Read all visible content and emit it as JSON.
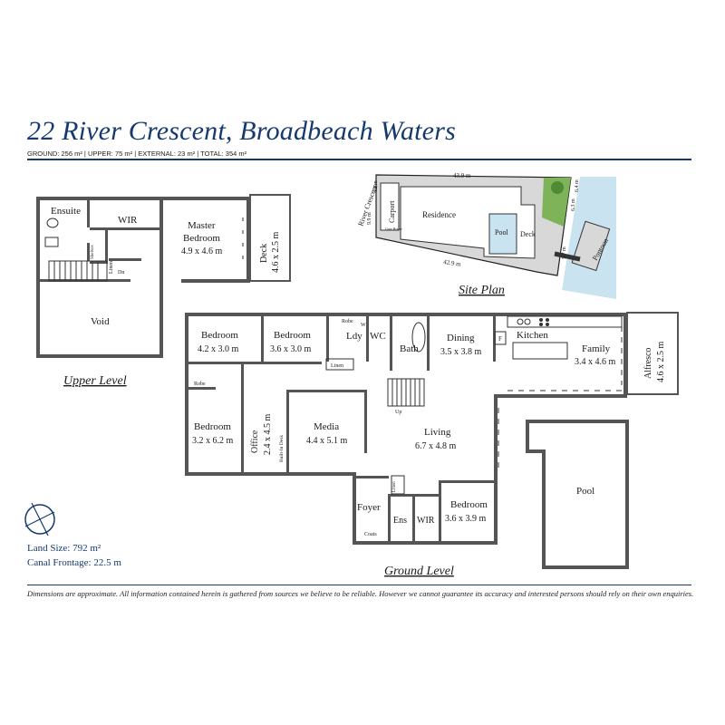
{
  "title": "22 River Crescent, Broadbeach Waters",
  "subtitle": "GROUND: 256 m²  |  UPPER: 75 m²  |  EXTERNAL: 23 m²  |  TOTAL: 354 m²",
  "disclaimer": "Dimensions are approximate.  All information contained herein is gathered from sources we believe to be reliable.  However we cannot guarantee its accuracy and interested persons should rely on their own enquiries.",
  "land_size": "Land Size: 792 m²",
  "canal_frontage": "Canal Frontage: 22.5 m",
  "levels": {
    "upper": "Upper Level",
    "ground": "Ground Level",
    "site": "Site Plan"
  },
  "upper": {
    "ensuite": "Ensuite",
    "wir": "WIR",
    "master_name": "Master",
    "master_name2": "Bedroom",
    "master_dim": "4.9 x 4.6 m",
    "deck_name": "Deck",
    "deck_dim": "4.6 x 2.5 m",
    "shelves": "Shelves",
    "linen": "Linen",
    "dn": "Dn",
    "void": "Void"
  },
  "ground": {
    "bed1_name": "Bedroom",
    "bed1_dim": "4.2 x 3.0 m",
    "bed2_name": "Bedroom",
    "bed2_dim": "3.6 x 3.0 m",
    "robe1": "Robe",
    "robe2": "Robe",
    "ldy": "Ldy",
    "wc": "WC",
    "w": "W",
    "linen": "Linen",
    "bath": "Bath",
    "dining_name": "Dining",
    "dining_dim": "3.5 x 3.8 m",
    "kitchen": "Kitchen",
    "fridge": "F",
    "family_name": "Family",
    "family_dim": "3.4 x 4.6 m",
    "alfresco_name": "Alfresco",
    "alfresco_dim": "4.6 x 2.5 m",
    "bed3_name": "Bedroom",
    "bed3_dim": "3.2 x 6.2 m",
    "office_name": "Office",
    "office_dim": "2.4 x 4.5 m",
    "builtin": "Built-In Desk",
    "media_name": "Media",
    "media_dim": "4.4 x 5.1 m",
    "living_name": "Living",
    "living_dim": "6.7 x 4.8 m",
    "up": "Up",
    "pool": "Pool",
    "foyer": "Foyer",
    "coats": "Coats",
    "linen2": "Linen",
    "ens": "Ens",
    "wir": "WIR",
    "bed4_name": "Bedroom",
    "bed4_dim": "3.6 x 3.9 m"
  },
  "site": {
    "street": "River Crescent",
    "carport": "Carport",
    "residence": "Residence",
    "pool": "Pool",
    "deck": "Deck",
    "pontoon": "Pontoon",
    "gate_house": "Gate House",
    "dim_top": "43.9 m",
    "dim_bottom": "42.9 m",
    "dim_left1": "4.2 m",
    "dim_left2": "9.9 m",
    "dim_right1": "6.4 m",
    "dim_right2": "6.3 m",
    "dim_right3": "5.7 m"
  },
  "colors": {
    "accent": "#163a6e",
    "wall": "#555555",
    "water": "#c9e4f0",
    "grass": "#7fb35a"
  }
}
